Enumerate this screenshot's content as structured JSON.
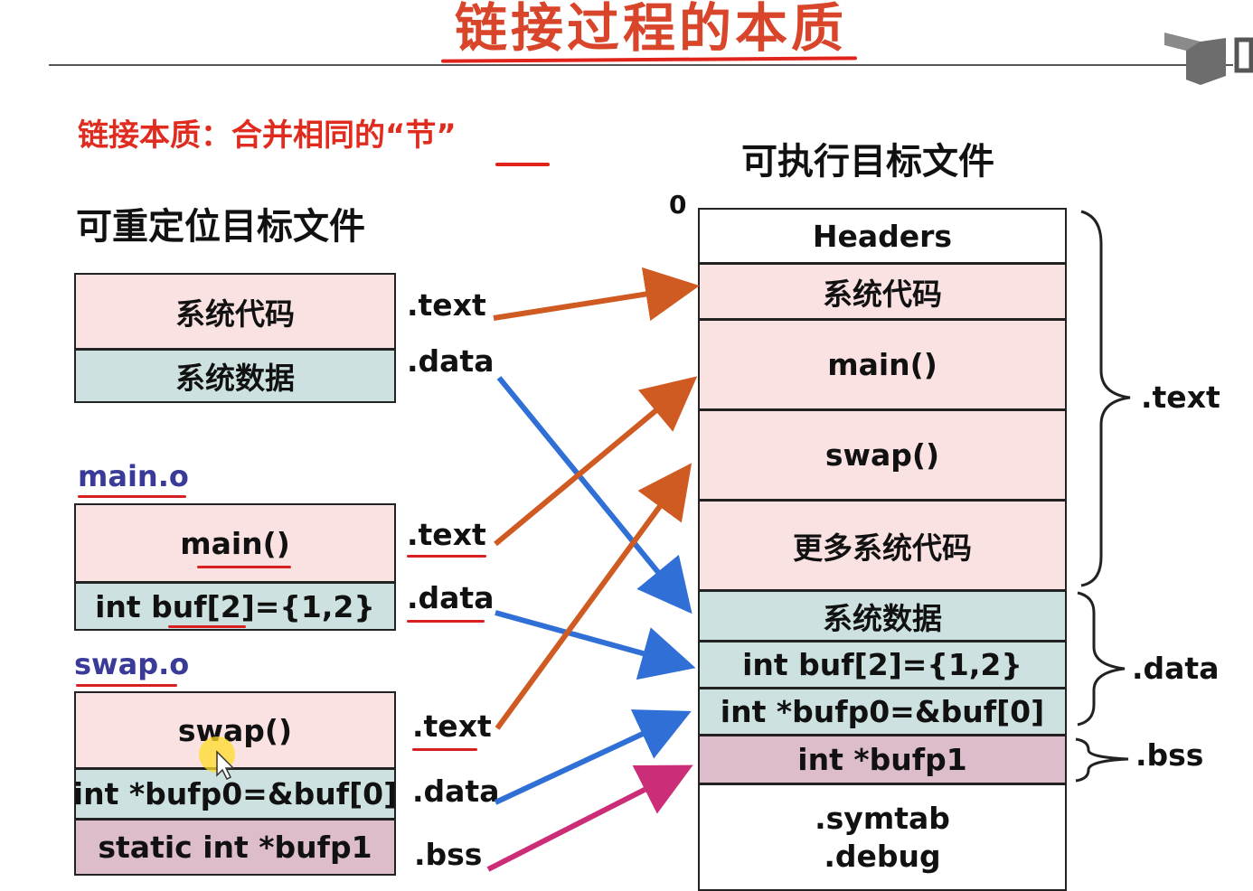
{
  "title": "链接过程的本质",
  "subtitle": "链接本质：合并相同的“节”",
  "left_heading": "可重定位目标文件",
  "right_heading": "可执行目标文件",
  "offset_zero": "0",
  "system_file": {
    "cells": [
      "系统代码",
      "系统数据"
    ],
    "labels": [
      ".text",
      ".data"
    ]
  },
  "main_file": {
    "name": "main.o",
    "cells": [
      "main()",
      "int  buf[2]={1,2}"
    ],
    "labels": [
      ".text",
      ".data"
    ]
  },
  "swap_file": {
    "name": "swap.o",
    "cells": [
      "swap()",
      "int *bufp0=&buf[0]",
      "static int *bufp1"
    ],
    "labels": [
      ".text",
      ".data",
      ".bss"
    ]
  },
  "exec_file": {
    "cells": [
      "Headers",
      "系统代码",
      "main()",
      "swap()",
      "更多系统代码",
      "系统数据",
      "int buf[2]={1,2}",
      "int  *bufp0=&buf[0]",
      "int *bufp1",
      ".symtab",
      ".debug"
    ]
  },
  "brace_labels": [
    ".text",
    ".data",
    ".bss"
  ],
  "colors": {
    "text_section": "#fae2e2",
    "data_section": "#cde1e1",
    "bss_section": "#ddbccb",
    "text_arrow": "#cf5a22",
    "data_arrow": "#2f6fd6",
    "bss_arrow": "#cc2d78",
    "title": "#d8452a",
    "subtitle": "#e02b1f",
    "file_name": "#3a3a98"
  }
}
